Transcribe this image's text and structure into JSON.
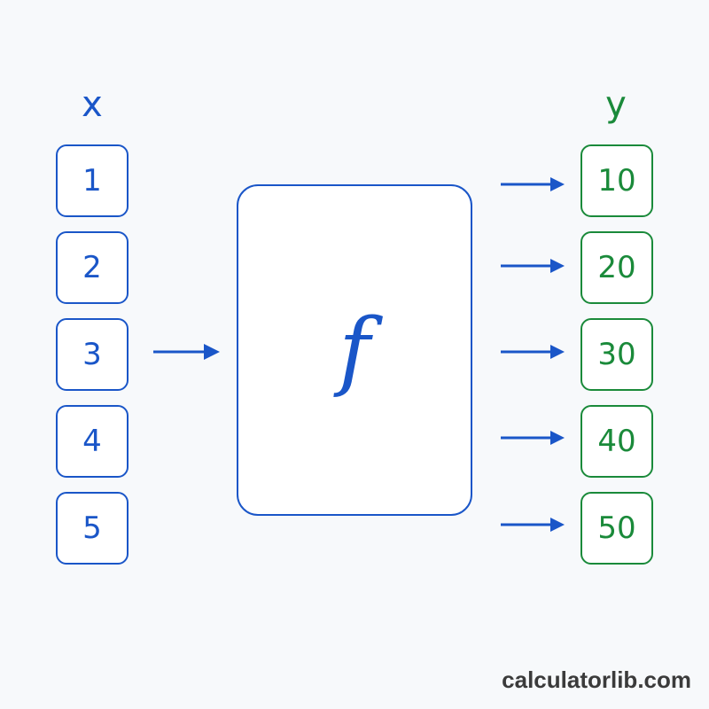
{
  "input_heading": "x",
  "output_heading": "y",
  "function_symbol": "f",
  "inputs": [
    "1",
    "2",
    "3",
    "4",
    "5"
  ],
  "outputs": [
    "10",
    "20",
    "30",
    "40",
    "50"
  ],
  "colors": {
    "input": "#1a56c8",
    "output": "#1a8a3a",
    "arrow": "#1a56c8"
  },
  "watermark": "calculatorlib.com"
}
